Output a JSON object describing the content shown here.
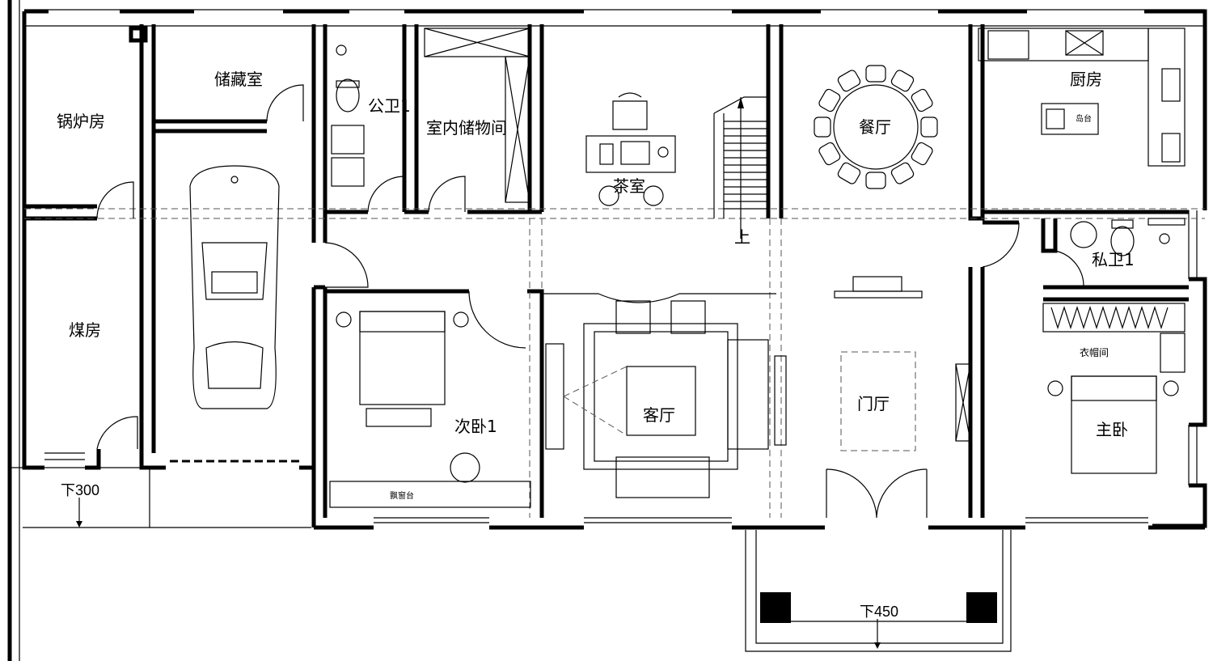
{
  "rooms": {
    "boiler": "锅炉房",
    "coal": "煤房",
    "storage": "储藏室",
    "public_wc": "公卫1",
    "indoor_storage": "室内储物间",
    "tea_room": "茶室",
    "dining": "餐厅",
    "kitchen": "厨房",
    "island": "岛台",
    "private_wc": "私卫1",
    "closet": "衣帽间",
    "master_bedroom": "主卧",
    "foyer": "门厅",
    "living_room": "客厅",
    "second_bedroom": "次卧1",
    "bay_window": "飘窗台"
  },
  "annotations": {
    "stair_up": "上",
    "level_left": "下300",
    "level_front": "下450"
  },
  "colors": {
    "wall": "#000000",
    "background": "#ffffff"
  }
}
